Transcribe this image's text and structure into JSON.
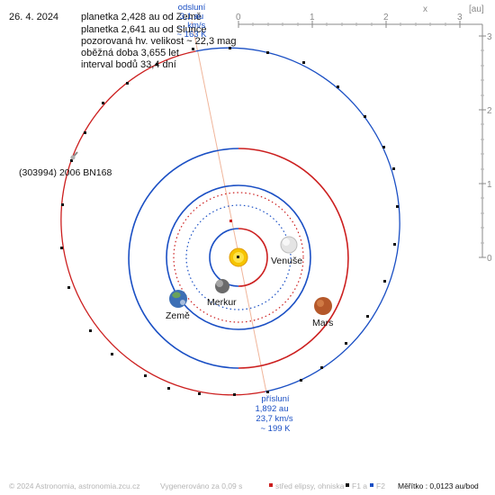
{
  "header": {
    "date": "26. 4. 2024",
    "info_lines": [
      "planetka 2,428 au od Země",
      "planetka 2,641 au od Slunce",
      "pozorovaná hv. velikost ~ 22,3 mag",
      "oběžná doba 3,655 let",
      "interval bodů 33,4 dní"
    ]
  },
  "asteroid": {
    "label": "(303994) 2006 BN168"
  },
  "aphelion": {
    "lines": [
      "odsluní",
      "3,1 au",
      "... km/s",
      "~ 163 K"
    ]
  },
  "perihelion": {
    "lines": [
      "přísluní",
      "1,892 au",
      "23,7 km/s",
      "~ 199 K"
    ]
  },
  "planets": {
    "mercury": "Merkur",
    "venus": "Venuše",
    "earth": "Země",
    "mars": "Mars"
  },
  "axes": {
    "x_title": "x",
    "y_title": "[au]",
    "x_ticks": [
      "0",
      "1",
      "2",
      "3"
    ],
    "y_ticks": [
      "3",
      "2",
      "1",
      "0"
    ]
  },
  "footer": {
    "copyright": "© 2024 Astronomia, astronomia.zcu.cz",
    "generated": "Vygenerováno za 0,09 s",
    "legend_center": "střed elipsy, ohniska",
    "legend_f1": "F1 a",
    "legend_f2": "F2",
    "scale": "Měřítko : 0,0123 au/bod"
  },
  "colors": {
    "orbit_blue": "#1a4fc4",
    "orbit_red": "#cc1f1f",
    "apsis_line": "#f0b59a",
    "sun": "#f5c400",
    "mars": "#b5582a",
    "earth": "#3c6fb5"
  }
}
